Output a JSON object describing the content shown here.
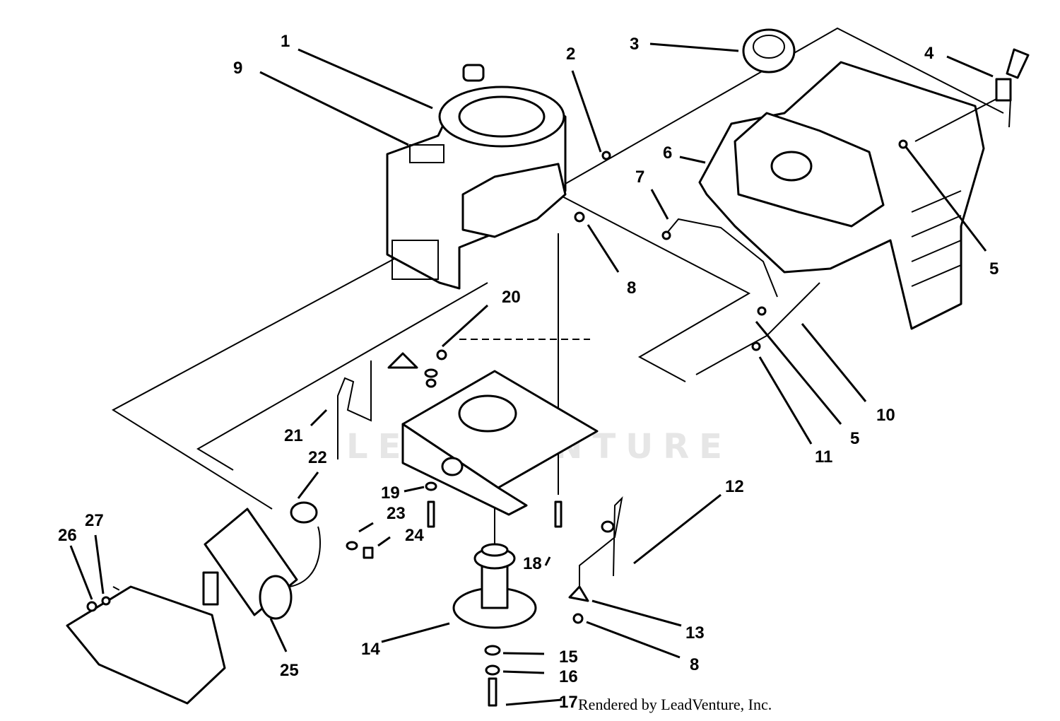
{
  "watermark": "LEADVENTURE",
  "credit": "Rendered by LeadVenture, Inc.",
  "callouts": {
    "c1": "1",
    "c2": "2",
    "c3": "3",
    "c4": "4",
    "c5a": "5",
    "c5b": "5",
    "c6": "6",
    "c7": "7",
    "c8a": "8",
    "c8b": "8",
    "c9": "9",
    "c10": "10",
    "c11": "11",
    "c12": "12",
    "c13": "13",
    "c14": "14",
    "c15": "15",
    "c16": "16",
    "c17": "17",
    "c18": "18",
    "c19": "19",
    "c20": "20",
    "c21": "21",
    "c22": "22",
    "c23": "23",
    "c24": "24",
    "c25": "25",
    "c26": "26",
    "c27": "27"
  }
}
